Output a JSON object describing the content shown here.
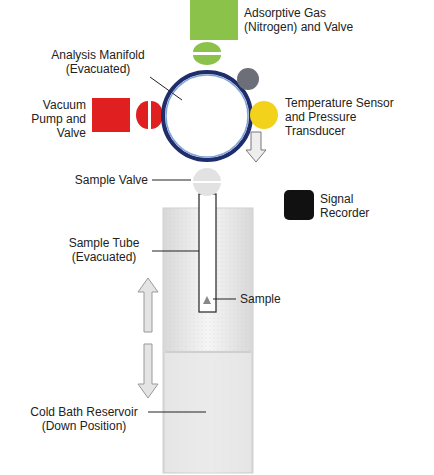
{
  "diagram": {
    "labels": [
      "Adsorptive Gas (Nitrogen) and Valve",
      "Analysis Manifold (Evacuated)",
      "Vacuum Pump and Valve",
      "Temperature Sensor and Pressure Transducer",
      "Signal Recorder",
      "Sample Valve",
      "Sample Tube (Evacuated)",
      "Sample",
      "Cold Bath Reservoir (Down Position)"
    ]
  }
}
